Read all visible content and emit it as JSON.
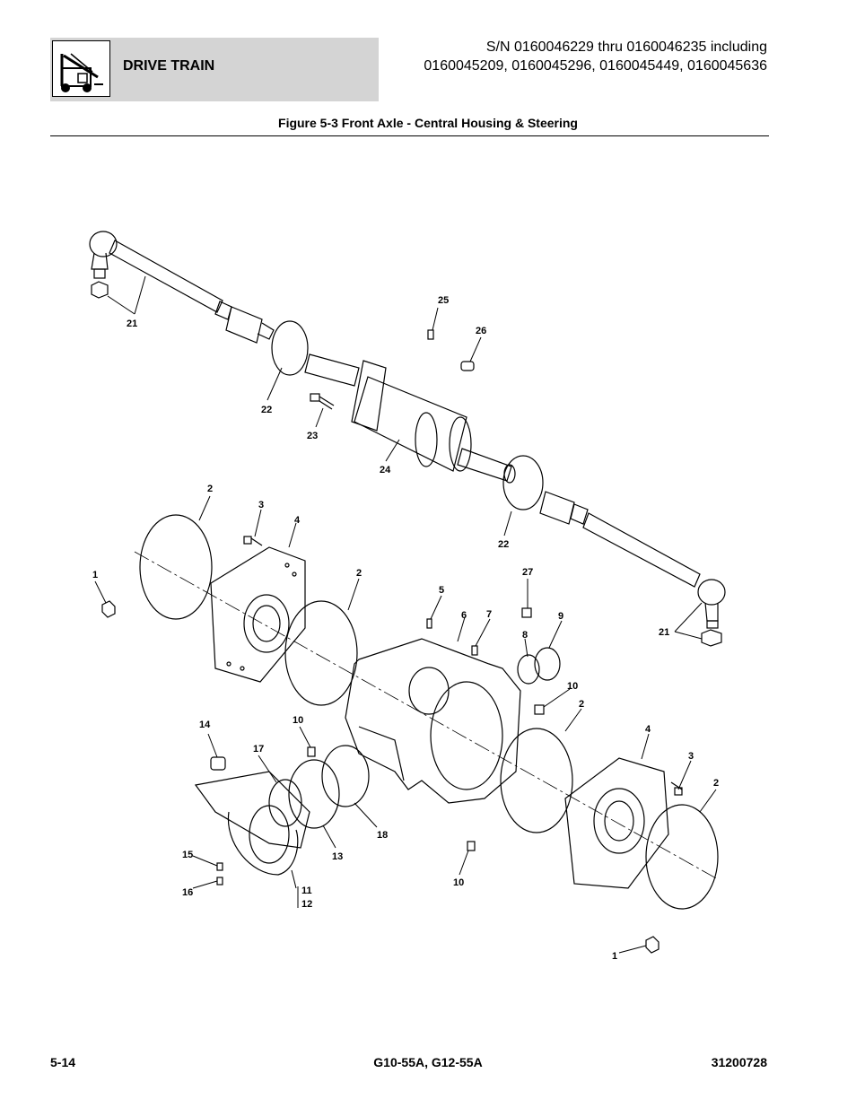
{
  "header": {
    "section_title": "DRIVE TRAIN",
    "serial_line1": "S/N 0160046229 thru 0160046235 including",
    "serial_line2": "0160045209, 0160045296, 0160045449, 0160045636"
  },
  "figure": {
    "title": "Figure 5-3 Front Axle - Central Housing & Steering",
    "callouts": [
      {
        "id": "c21a",
        "label": "21"
      },
      {
        "id": "c25",
        "label": "25"
      },
      {
        "id": "c26",
        "label": "26"
      },
      {
        "id": "c22a",
        "label": "22"
      },
      {
        "id": "c23",
        "label": "23"
      },
      {
        "id": "c24",
        "label": "24"
      },
      {
        "id": "c2a",
        "label": "2"
      },
      {
        "id": "c3a",
        "label": "3"
      },
      {
        "id": "c4a",
        "label": "4"
      },
      {
        "id": "c1a",
        "label": "1"
      },
      {
        "id": "c22b",
        "label": "22"
      },
      {
        "id": "c2b",
        "label": "2"
      },
      {
        "id": "c5",
        "label": "5"
      },
      {
        "id": "c6",
        "label": "6"
      },
      {
        "id": "c7",
        "label": "7"
      },
      {
        "id": "c27",
        "label": "27"
      },
      {
        "id": "c8",
        "label": "8"
      },
      {
        "id": "c9",
        "label": "9"
      },
      {
        "id": "c21b",
        "label": "21"
      },
      {
        "id": "c10a",
        "label": "10"
      },
      {
        "id": "c2c",
        "label": "2"
      },
      {
        "id": "c14",
        "label": "14"
      },
      {
        "id": "c10b",
        "label": "10"
      },
      {
        "id": "c17",
        "label": "17"
      },
      {
        "id": "c4b",
        "label": "4"
      },
      {
        "id": "c3b",
        "label": "3"
      },
      {
        "id": "c2d",
        "label": "2"
      },
      {
        "id": "c18",
        "label": "18"
      },
      {
        "id": "c13",
        "label": "13"
      },
      {
        "id": "c15",
        "label": "15"
      },
      {
        "id": "c10c",
        "label": "10"
      },
      {
        "id": "c16",
        "label": "16"
      },
      {
        "id": "c11",
        "label": "11"
      },
      {
        "id": "c12",
        "label": "12"
      },
      {
        "id": "c1b",
        "label": "1"
      }
    ]
  },
  "footer": {
    "page": "5-14",
    "model": "G10-55A, G12-55A",
    "doc_number": "31200728"
  }
}
